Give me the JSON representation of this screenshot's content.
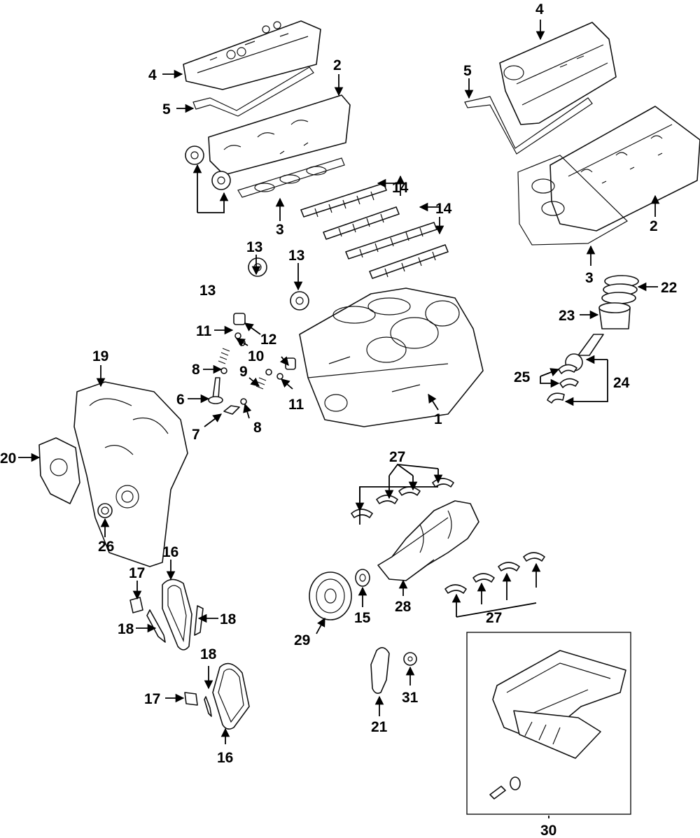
{
  "diagram": {
    "callouts": [
      {
        "id": "c4a",
        "label": "4"
      },
      {
        "id": "c5a",
        "label": "5"
      },
      {
        "id": "c2a",
        "label": "2"
      },
      {
        "id": "c4b",
        "label": "4"
      },
      {
        "id": "c5b",
        "label": "5"
      },
      {
        "id": "c2b",
        "label": "2"
      },
      {
        "id": "c14a",
        "label": "14"
      },
      {
        "id": "c14b",
        "label": "14"
      },
      {
        "id": "c3a",
        "label": "3"
      },
      {
        "id": "c13a",
        "label": "13"
      },
      {
        "id": "c13b",
        "label": "13"
      },
      {
        "id": "c13c",
        "label": "13"
      },
      {
        "id": "c3b",
        "label": "3"
      },
      {
        "id": "c22",
        "label": "22"
      },
      {
        "id": "c23",
        "label": "23"
      },
      {
        "id": "c11a",
        "label": "11"
      },
      {
        "id": "c12",
        "label": "12"
      },
      {
        "id": "c10",
        "label": "10"
      },
      {
        "id": "c8a",
        "label": "8"
      },
      {
        "id": "c9",
        "label": "9"
      },
      {
        "id": "c11b",
        "label": "11"
      },
      {
        "id": "c6",
        "label": "6"
      },
      {
        "id": "c7",
        "label": "7"
      },
      {
        "id": "c8b",
        "label": "8"
      },
      {
        "id": "c1",
        "label": "1"
      },
      {
        "id": "c19",
        "label": "19"
      },
      {
        "id": "c20",
        "label": "20"
      },
      {
        "id": "c25",
        "label": "25"
      },
      {
        "id": "c24",
        "label": "24"
      },
      {
        "id": "c26",
        "label": "26"
      },
      {
        "id": "c27a",
        "label": "27"
      },
      {
        "id": "c16a",
        "label": "16"
      },
      {
        "id": "c17a",
        "label": "17"
      },
      {
        "id": "c18a",
        "label": "18"
      },
      {
        "id": "c18b",
        "label": "18"
      },
      {
        "id": "c29",
        "label": "29"
      },
      {
        "id": "c15",
        "label": "15"
      },
      {
        "id": "c28",
        "label": "28"
      },
      {
        "id": "c27b",
        "label": "27"
      },
      {
        "id": "c18c",
        "label": "18"
      },
      {
        "id": "c17b",
        "label": "17"
      },
      {
        "id": "c31",
        "label": "31"
      },
      {
        "id": "c21",
        "label": "21"
      },
      {
        "id": "c16b",
        "label": "16"
      },
      {
        "id": "c30",
        "label": "30"
      }
    ]
  }
}
